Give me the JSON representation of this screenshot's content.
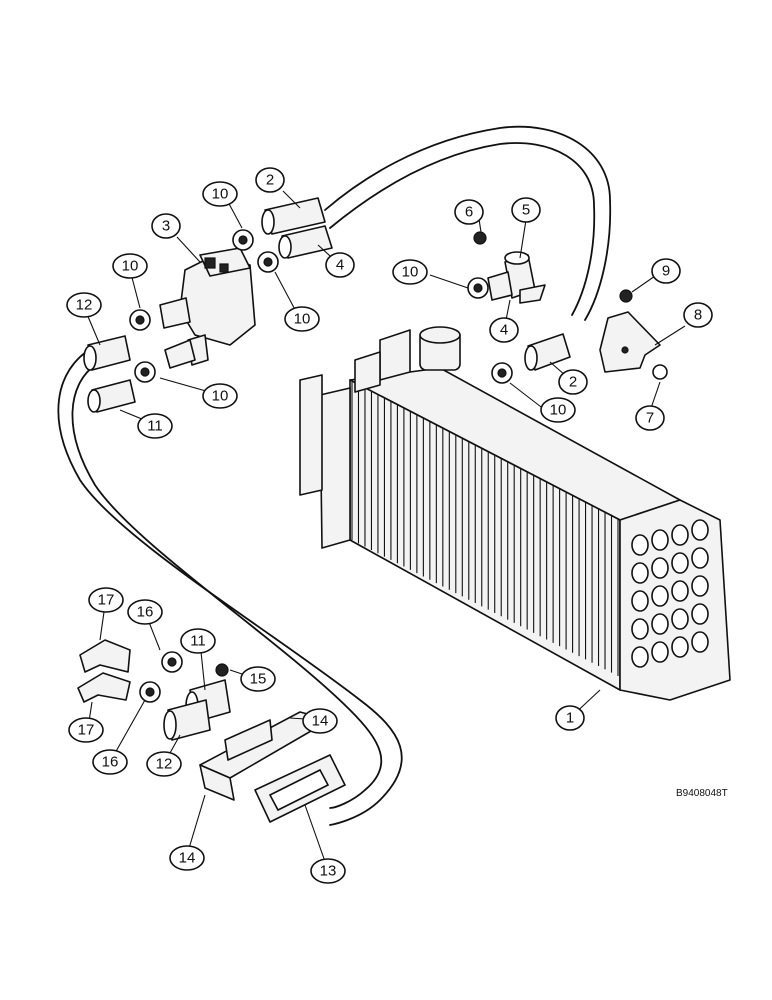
{
  "figure": {
    "reference_code": "B9408048T"
  },
  "callouts": {
    "c1": "1",
    "c2a": "2",
    "c2b": "2",
    "c3": "3",
    "c4a": "4",
    "c4b": "4",
    "c5": "5",
    "c6": "6",
    "c7": "7",
    "c8": "8",
    "c9": "9",
    "c10a": "10",
    "c10b": "10",
    "c10c": "10",
    "c10d": "10",
    "c10e": "10",
    "c10f": "10",
    "c11a": "11",
    "c11b": "11",
    "c12a": "12",
    "c12b": "12",
    "c13": "13",
    "c14a": "14",
    "c14b": "14",
    "c15": "15",
    "c16a": "16",
    "c16b": "16",
    "c17a": "17",
    "c17b": "17"
  }
}
